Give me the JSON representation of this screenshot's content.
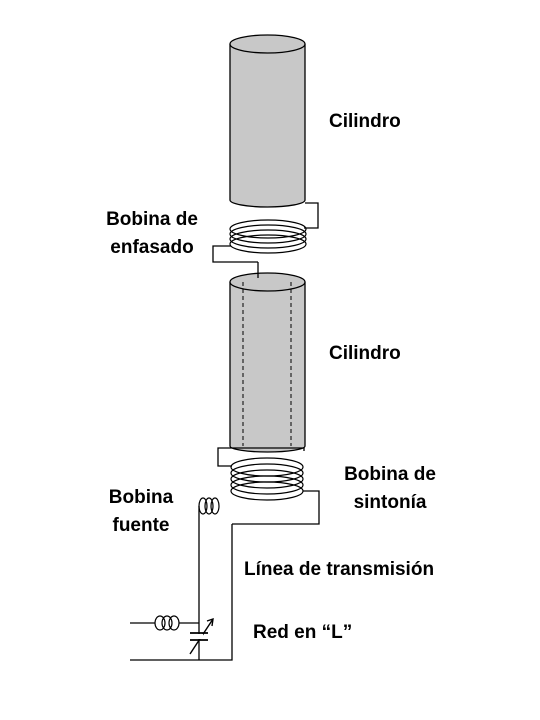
{
  "labels": {
    "cylinder_top": "Cilindro",
    "phasing_coil_1": "Bobina de",
    "phasing_coil_2": "enfasado",
    "cylinder_bottom": "Cilindro",
    "tuning_coil_1": "Bobina de",
    "tuning_coil_2": "sintonía",
    "source_coil_1": "Bobina",
    "source_coil_2": "fuente",
    "transmission_line": "Línea de transmisión",
    "l_network": "Red en “L”"
  },
  "colors": {
    "cylinder_fill": "#c8c8c8",
    "stroke": "#000000",
    "background": "#ffffff"
  }
}
